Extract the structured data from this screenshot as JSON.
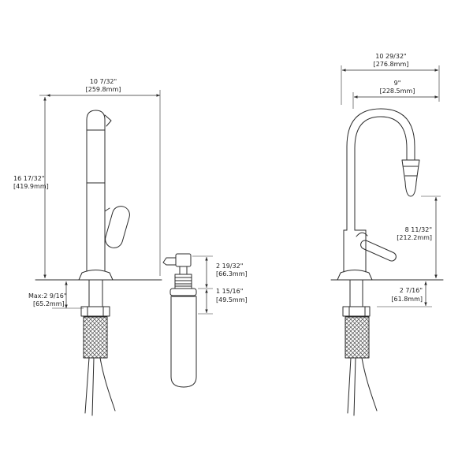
{
  "page": {
    "type": "faucet-dimension-drawing",
    "background": "#ffffff",
    "line_color": "#2b2b2b"
  },
  "labels": {
    "left": {
      "width_in": "10 7/32\"",
      "width_mm": "[259.8mm]",
      "height_in": "16 17/32\"",
      "height_mm": "[419.9mm]",
      "max_in": "Max:2 9/16\"",
      "max_mm": "[65.2mm]"
    },
    "dispenser": {
      "h1_in": "2 19/32\"",
      "h1_mm": "[66.3mm]",
      "h2_in": "1 15/16\"",
      "h2_mm": "[49.5mm]"
    },
    "right": {
      "overall_in": "10 29/32\"",
      "overall_mm": "[276.8mm]",
      "reach_in": "9\"",
      "reach_mm": "[228.5mm]",
      "height_in": "8 11/32\"",
      "height_mm": "[212.2mm]",
      "deck_in": "2 7/16\"",
      "deck_mm": "[61.8mm]"
    }
  }
}
